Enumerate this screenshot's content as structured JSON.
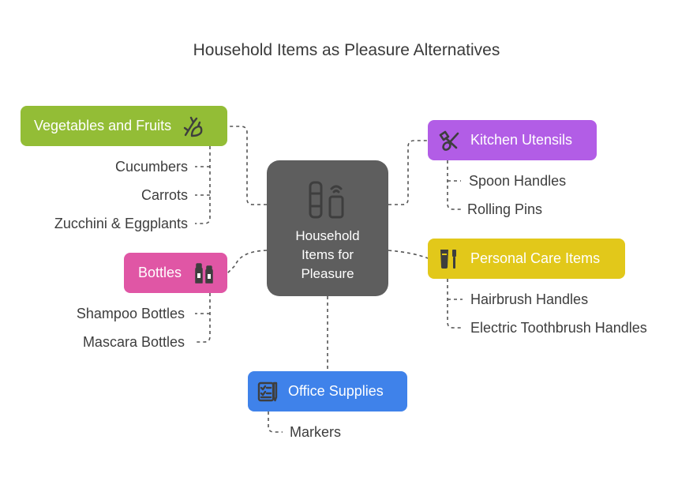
{
  "title": "Household Items as Pleasure Alternatives",
  "center": {
    "label": "Household\nItems for\nPleasure",
    "icon": "bottle-and-device-icon"
  },
  "categories": {
    "vegetables": {
      "label": "Vegetables and Fruits",
      "icon": "produce-icon",
      "color": "#93bd36",
      "items": [
        "Cucumbers",
        "Carrots",
        "Zucchini & Eggplants"
      ]
    },
    "bottles": {
      "label": "Bottles",
      "icon": "bottles-icon",
      "color": "#e056a5",
      "items": [
        "Shampoo Bottles",
        "Mascara Bottles"
      ]
    },
    "kitchen": {
      "label": "Kitchen Utensils",
      "icon": "utensils-icon",
      "color": "#b25de6",
      "items": [
        "Spoon Handles",
        "Rolling Pins"
      ]
    },
    "personal": {
      "label": "Personal Care Items",
      "icon": "toothbrush-icon",
      "color": "#e2c81a",
      "items": [
        "Hairbrush Handles",
        "Electric Toothbrush Handles"
      ]
    },
    "office": {
      "label": "Office Supplies",
      "icon": "checklist-pen-icon",
      "color": "#3f82ea",
      "items": [
        "Markers"
      ]
    }
  }
}
